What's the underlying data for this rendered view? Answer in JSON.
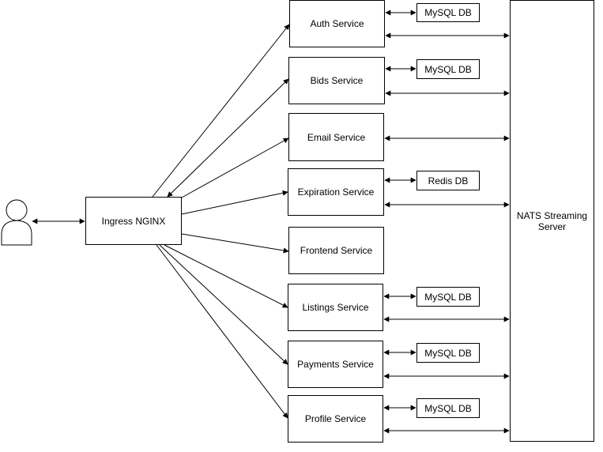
{
  "user": {
    "icon": "user-icon"
  },
  "ingress": {
    "label": "Ingress NGINX"
  },
  "nats": {
    "label": "NATS Streaming Server"
  },
  "services": [
    {
      "label": "Auth Service",
      "db": "MySQL DB"
    },
    {
      "label": "Bids Service",
      "db": "MySQL DB"
    },
    {
      "label": "Email Service",
      "db": ""
    },
    {
      "label": "Expiration Service",
      "db": "Redis DB"
    },
    {
      "label": "Frontend Service",
      "db": ""
    },
    {
      "label": "Listings Service",
      "db": "MySQL DB"
    },
    {
      "label": "Payments Service",
      "db": "MySQL DB"
    },
    {
      "label": "Profile Service",
      "db": "MySQL DB"
    }
  ]
}
